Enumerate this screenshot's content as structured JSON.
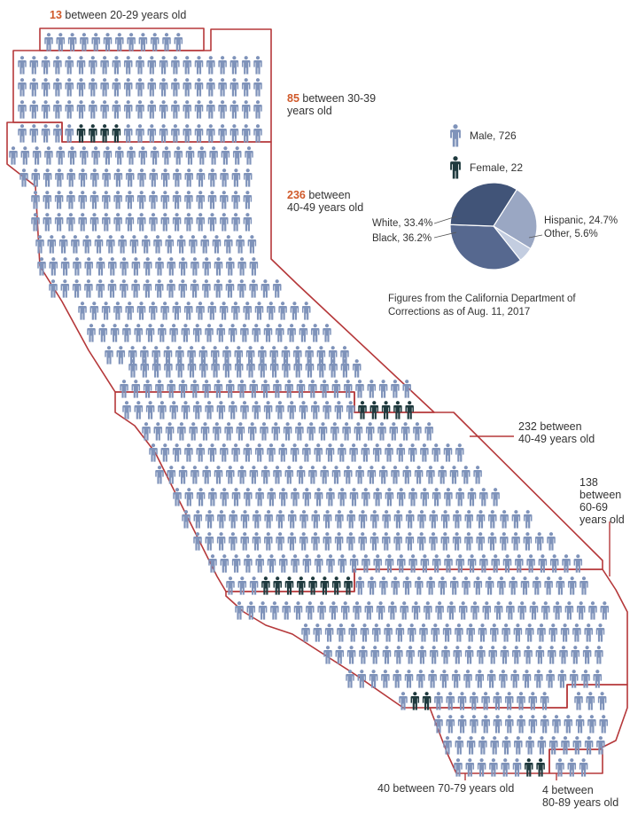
{
  "colors": {
    "male": "#7f93ba",
    "female": "#1f3a3e",
    "outline": "#b5383a",
    "accent": "#d0592a",
    "text": "#333333",
    "pie": [
      "#415478",
      "#56688f",
      "#9aa7c3",
      "#c3cde0"
    ]
  },
  "chart_data": {
    "type": "pictogram",
    "unit": "person-icon",
    "legend": [
      {
        "name": "Male",
        "value": 726,
        "label": "Male, 726",
        "icon": "male-person-icon"
      },
      {
        "name": "Female",
        "value": 22,
        "label": "Female, 22",
        "icon": "female-person-icon"
      }
    ],
    "age_groups": [
      {
        "count": "13",
        "text": " between 20-29 years old"
      },
      {
        "count": "85",
        "text": " between 30-39\nyears old"
      },
      {
        "count": "236",
        "text": " between\n40-49 years old"
      },
      {
        "count": "",
        "text": "232 between\n40-49 years old"
      },
      {
        "count": "",
        "text": "138\nbetween\n60-69\nyears old"
      },
      {
        "count": "",
        "text": "40 between 70-79 years old"
      },
      {
        "count": "",
        "text": "4 between\n80-89 years old"
      }
    ],
    "race_pie": {
      "type": "pie",
      "slices": [
        {
          "label": "White, 33.4%",
          "value": 33.4
        },
        {
          "label": "Black, 36.2%",
          "value": 36.2
        },
        {
          "label": "Hispanic, 24.7%",
          "value": 24.7
        },
        {
          "label": "Other, 5.6%",
          "value": 5.6
        }
      ]
    },
    "source": "Figures from the California Department of Corrections as of Aug. 11, 2017"
  }
}
